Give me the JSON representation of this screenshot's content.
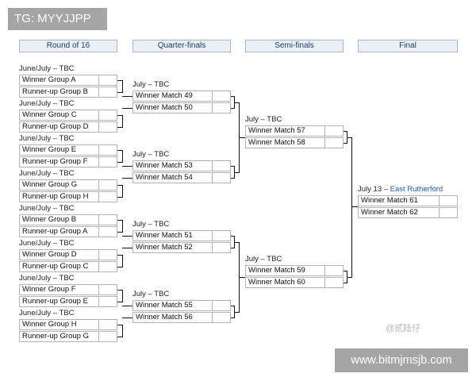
{
  "overlay": {
    "top_left_tag": "TG: MYYJJPP",
    "bottom_right_tag": "www.bitmjmsjb.com",
    "watermark": "@贰陆仔"
  },
  "rounds": [
    "Round of 16",
    "Quarter-finals",
    "Semi-finals",
    "Final"
  ],
  "r16": [
    {
      "date": "June/July – TBC",
      "home": "Winner Group A",
      "away": "Runner-up Group B"
    },
    {
      "date": "June/July – TBC",
      "home": "Winner Group C",
      "away": "Runner-up Group D"
    },
    {
      "date": "June/July – TBC",
      "home": "Winner Group E",
      "away": "Runner-up Group F"
    },
    {
      "date": "June/July – TBC",
      "home": "Winner Group G",
      "away": "Runner-up Group H"
    },
    {
      "date": "June/July – TBC",
      "home": "Winner Group B",
      "away": "Runner-up Group A"
    },
    {
      "date": "June/July – TBC",
      "home": "Winner Group D",
      "away": "Runner-up Group C"
    },
    {
      "date": "June/July – TBC",
      "home": "Winner Group F",
      "away": "Runner-up Group E"
    },
    {
      "date": "June/July – TBC",
      "home": "Winner Group H",
      "away": "Runner-up Group G"
    }
  ],
  "qf": [
    {
      "date": "July – TBC",
      "home": "Winner Match 49",
      "away": "Winner Match 50"
    },
    {
      "date": "July – TBC",
      "home": "Winner Match 53",
      "away": "Winner Match 54"
    },
    {
      "date": "July – TBC",
      "home": "Winner Match 51",
      "away": "Winner Match 52"
    },
    {
      "date": "July – TBC",
      "home": "Winner Match 55",
      "away": "Winner Match 56"
    }
  ],
  "sf": [
    {
      "date": "July – TBC",
      "home": "Winner Match 57",
      "away": "Winner Match 58"
    },
    {
      "date": "July – TBC",
      "home": "Winner Match 59",
      "away": "Winner Match 60"
    }
  ],
  "final": {
    "date": "July 13 – ",
    "venue": "East Rutherford",
    "home": "Winner Match 61",
    "away": "Winner Match 62"
  }
}
